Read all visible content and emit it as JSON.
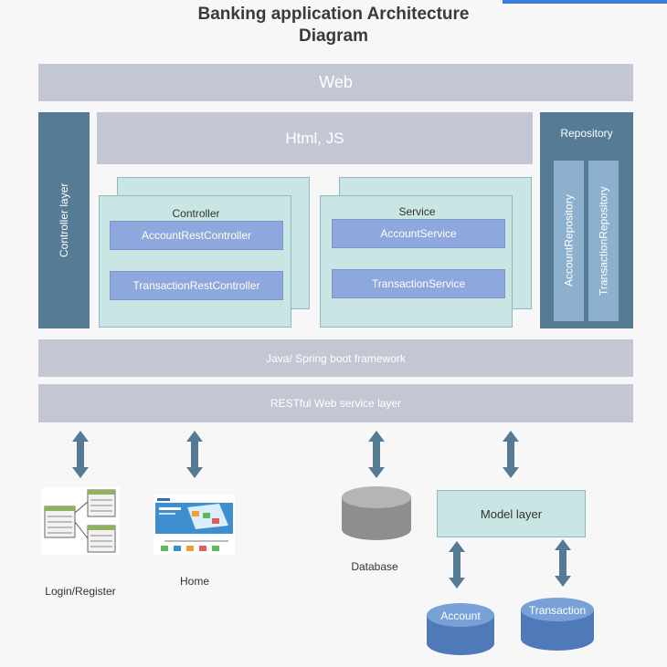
{
  "title_line1": "Banking application Architecture",
  "title_line2": "Diagram",
  "web": "Web",
  "html_js": "Html, JS",
  "controller_layer": "Controller layer",
  "controller": {
    "label": "Controller",
    "items": [
      "AccountRestController",
      "TransactionRestController"
    ]
  },
  "service": {
    "label": "Service",
    "items": [
      "AccountService",
      "TransactionService"
    ]
  },
  "repository": {
    "label": "Repository",
    "items": [
      "AccountRepository",
      "TransactionRepository"
    ]
  },
  "framework": "Java/ Spring boot framework",
  "restful": "RESTful Web service layer",
  "bottom": {
    "login": "Login/Register",
    "home": "Home",
    "database": "Database",
    "model_layer": "Model layer",
    "account": "Account",
    "transaction": "Transaction"
  },
  "colors": {
    "bar": "#c2c7d3",
    "dark": "#567b94",
    "teal": "#c9e6e4",
    "blue": "#8ea7dc",
    "arrow": "#557a94",
    "cylinder": "#5d85c2"
  }
}
